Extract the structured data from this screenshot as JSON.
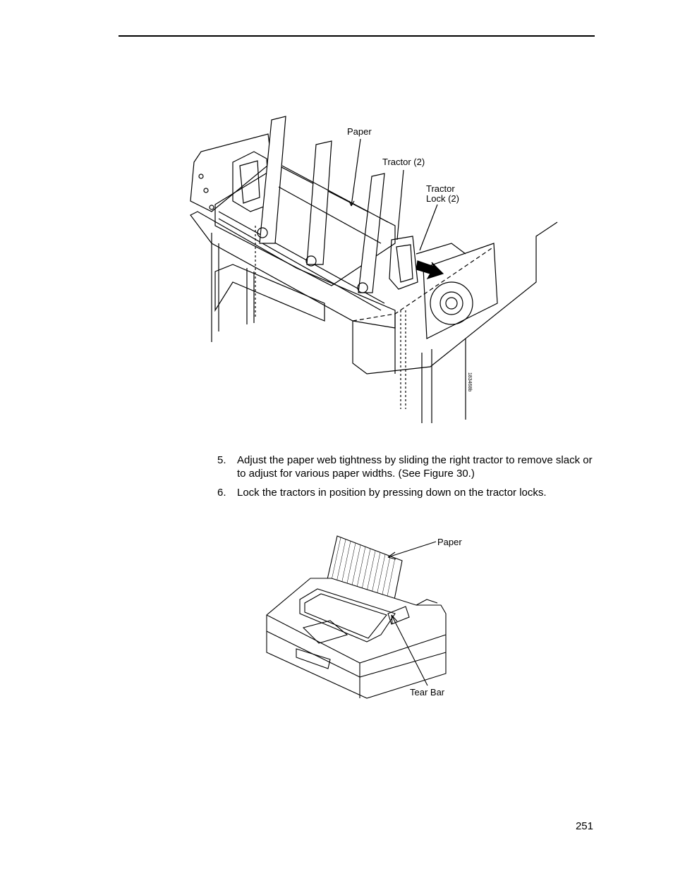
{
  "figure1": {
    "labels": {
      "paper": "Paper",
      "tractor": "Tractor (2)",
      "tractor_lock_line1": "Tractor",
      "tractor_lock_line2": "Lock (2)",
      "part_number": "183468b"
    }
  },
  "steps": [
    {
      "number": "5.",
      "text": "Adjust the paper web tightness by sliding the right tractor to remove slack or to adjust for various paper widths. (See Figure 30.)"
    },
    {
      "number": "6.",
      "text": "Lock the tractors in position by pressing down on the tractor locks."
    }
  ],
  "figure2": {
    "labels": {
      "paper": "Paper",
      "tear_bar": "Tear Bar"
    }
  },
  "page_number": "251"
}
